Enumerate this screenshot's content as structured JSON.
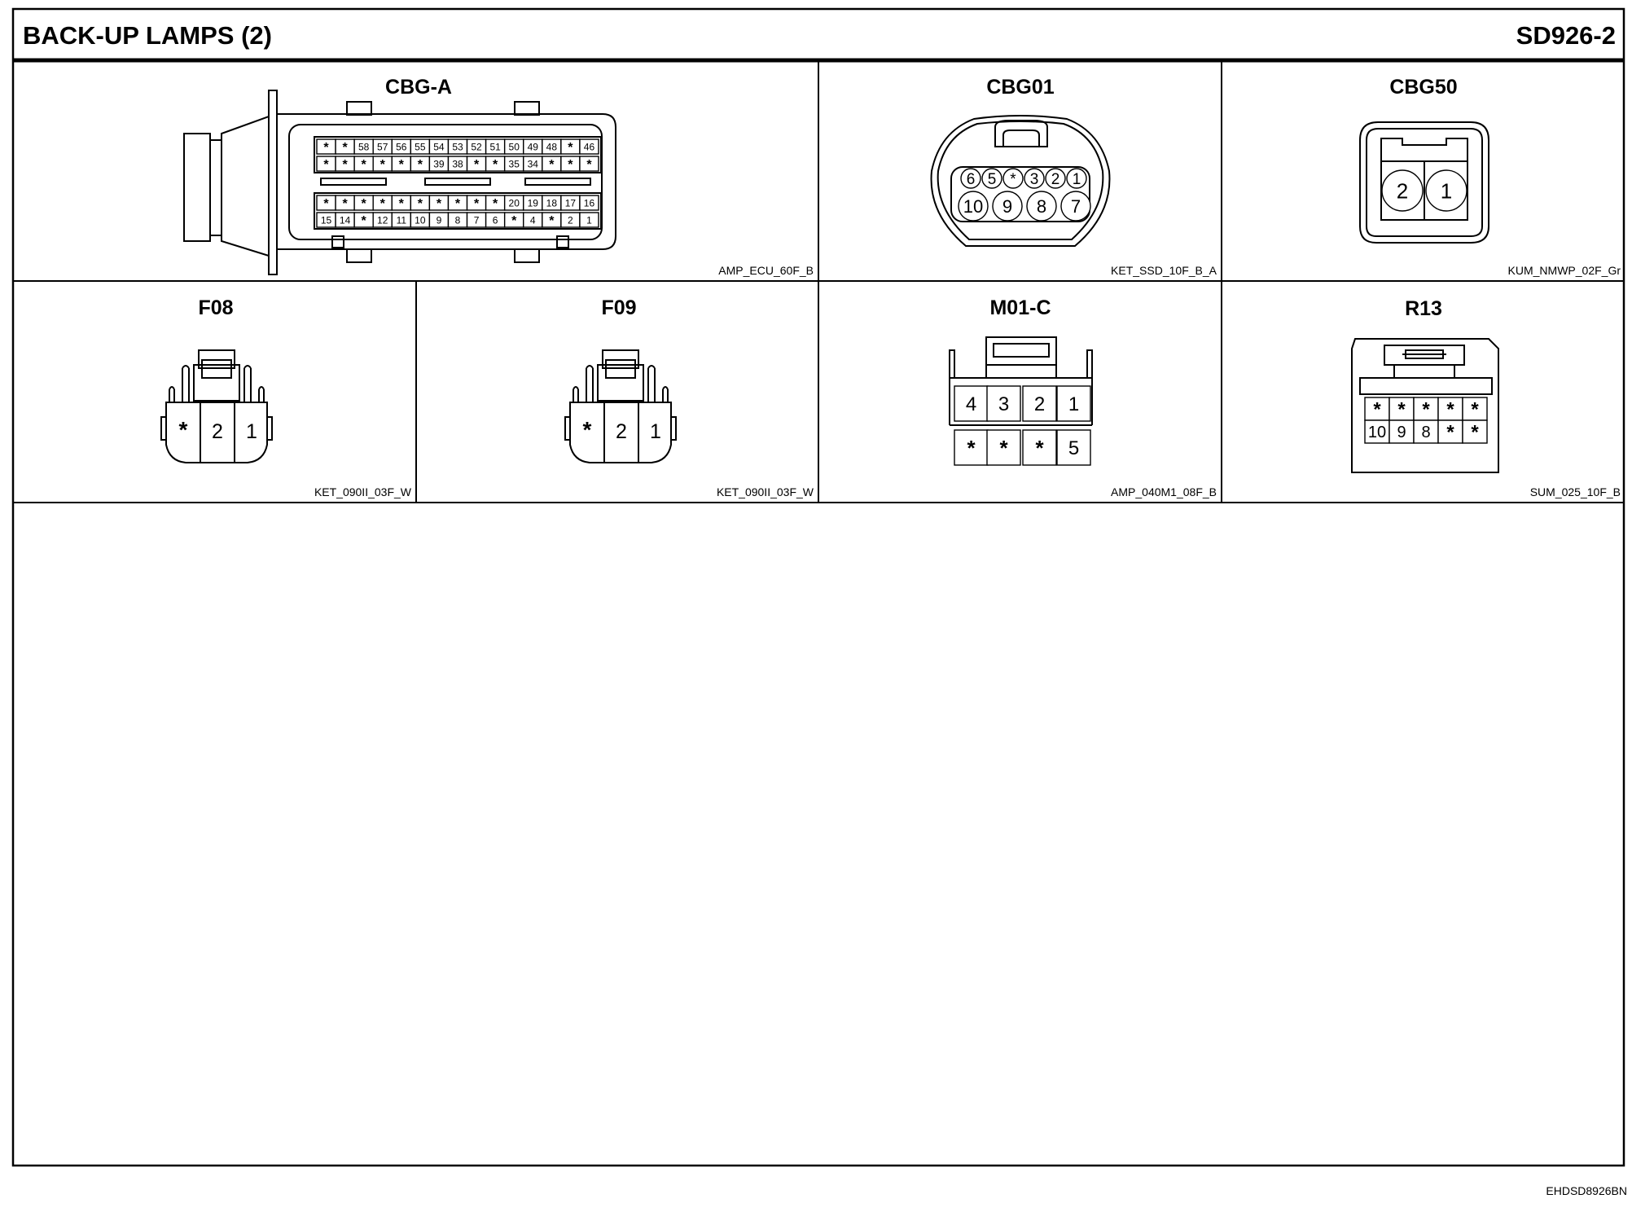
{
  "header": {
    "title": "BACK-UP LAMPS (2)",
    "code": "SD926-2"
  },
  "footer": {
    "ref": "EHDSD8926BN"
  },
  "connectors": {
    "cbg_a": {
      "name": "CBG-A",
      "part": "AMP_ECU_60F_B",
      "row1": [
        "*",
        "*",
        "58",
        "57",
        "56",
        "55",
        "54",
        "53",
        "52",
        "51",
        "50",
        "49",
        "48",
        "*",
        "46"
      ],
      "row2": [
        "*",
        "*",
        "*",
        "*",
        "*",
        "*",
        "39",
        "38",
        "*",
        "*",
        "35",
        "34",
        "*",
        "*",
        "*"
      ],
      "row3": [
        "*",
        "*",
        "*",
        "*",
        "*",
        "*",
        "*",
        "*",
        "*",
        "*",
        "20",
        "19",
        "18",
        "17",
        "16"
      ],
      "row4": [
        "15",
        "14",
        "*",
        "12",
        "11",
        "10",
        "9",
        "8",
        "7",
        "6",
        "*",
        "4",
        "*",
        "2",
        "1"
      ]
    },
    "cbg01": {
      "name": "CBG01",
      "part": "KET_SSD_10F_B_A",
      "top": [
        "6",
        "5",
        "*",
        "3",
        "2",
        "1"
      ],
      "bottom": [
        "10",
        "9",
        "8",
        "7"
      ]
    },
    "cbg50": {
      "name": "CBG50",
      "part": "KUM_NMWP_02F_Gr",
      "pins": [
        "2",
        "1"
      ]
    },
    "f08": {
      "name": "F08",
      "part": "KET_090II_03F_W",
      "pins": [
        "*",
        "2",
        "1"
      ]
    },
    "f09": {
      "name": "F09",
      "part": "KET_090II_03F_W",
      "pins": [
        "*",
        "2",
        "1"
      ]
    },
    "m01_c": {
      "name": "M01-C",
      "part": "AMP_040M1_08F_B",
      "top": [
        "4",
        "3",
        "2",
        "1"
      ],
      "bottom": [
        "*",
        "*",
        "*",
        "5"
      ]
    },
    "r13": {
      "name": "R13",
      "part": "SUM_025_10F_B",
      "top": [
        "*",
        "*",
        "*",
        "*",
        "*"
      ],
      "bottom": [
        "10",
        "9",
        "8",
        "*",
        "*"
      ]
    }
  }
}
